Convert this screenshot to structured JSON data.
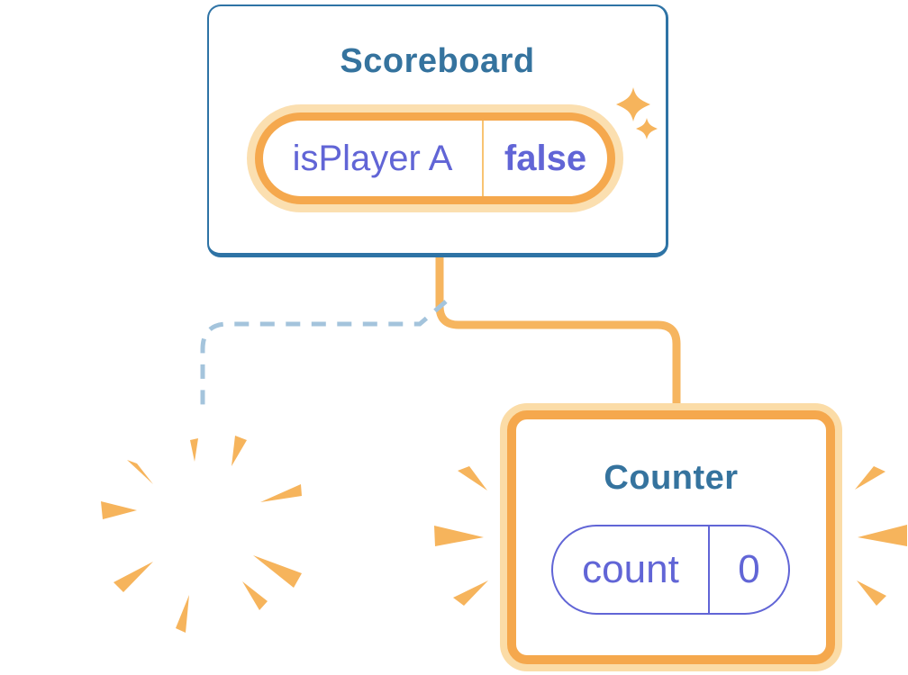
{
  "scoreboard": {
    "title": "Scoreboard",
    "state": {
      "label": "isPlayer A",
      "value": "false"
    }
  },
  "counter": {
    "title": "Counter",
    "state": {
      "label": "count",
      "value": "0"
    }
  },
  "decorations": {
    "sparkles_icon": "sparkles-icon",
    "poof_burst_icon": "poof-burst-icon",
    "emphasis_burst_icon": "emphasis-burst-icon"
  },
  "colors": {
    "bg": "#FFFFFF",
    "card-border-blue": "#2E73A5",
    "title-text": "#35739E",
    "state-text": "#6165D6",
    "highlight-orange": "#F5A84D",
    "highlight-glow": "#FBDCA7",
    "pill-divider-orange": "#F8C472",
    "connector-orange": "#F6B55F",
    "dashed-blue": "#A4C4DC",
    "burst-orange": "#F6B45C"
  }
}
